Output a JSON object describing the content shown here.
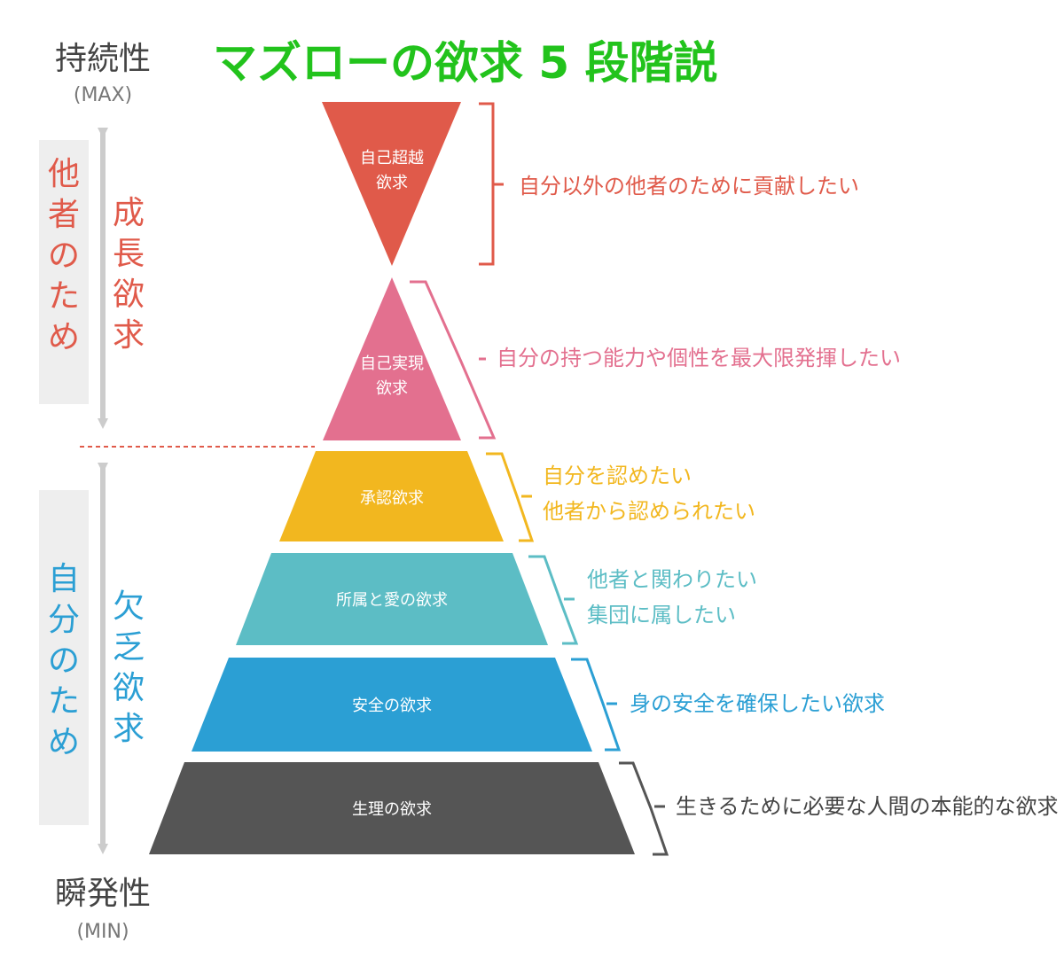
{
  "title": "マズローの欲求 5 段階説",
  "top_label": "持続性",
  "top_sub": "(MAX)",
  "bottom_label": "瞬発性",
  "bottom_sub": "(MIN)",
  "side_upper_outer": "他者のため",
  "side_upper_inner": "成長欲求",
  "side_lower_outer": "自分のため",
  "side_lower_inner": "欠乏欲求",
  "colors": {
    "title": "#22c31c",
    "transcendence": "#e05a4a",
    "self_actualization": "#e3708f",
    "esteem": "#f2b71f",
    "belonging": "#5cbdc5",
    "safety": "#2b9fd4",
    "physiological": "#555555",
    "growth_text": "#e05a4a",
    "deficiency_text": "#2b9fd4"
  },
  "levels": {
    "transcendence": {
      "name_line1": "自己超越",
      "name_line2": "欲求",
      "desc_line1": "自分以外の他者のために貢献したい"
    },
    "self_actualization": {
      "name_line1": "自己実現",
      "name_line2": "欲求",
      "desc_line1": "自分の持つ能力や個性を最大限発揮したい"
    },
    "esteem": {
      "name_line1": "承認欲求",
      "desc_line1": "自分を認めたい",
      "desc_line2": "他者から認められたい"
    },
    "belonging": {
      "name_line1": "所属と愛の欲求",
      "desc_line1": "他者と関わりたい",
      "desc_line2": "集団に属したい"
    },
    "safety": {
      "name_line1": "安全の欲求",
      "desc_line1": "身の安全を確保したい欲求"
    },
    "physiological": {
      "name_line1": "生理の欲求",
      "desc_line1": "生きるために必要な人間の本能的な欲求"
    }
  }
}
